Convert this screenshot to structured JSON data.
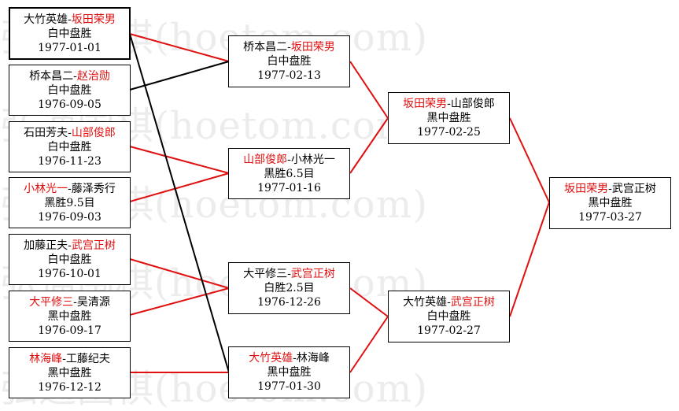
{
  "watermark": "弘通围棋(hoetom.com)",
  "colors": {
    "winner": "#e01010",
    "win_line": "#e01010",
    "other_line": "#000000"
  },
  "matches": {
    "r1m1": {
      "player1": "大竹英雄",
      "player2": "坂田荣男",
      "result": "白中盘胜",
      "date": "1977-01-01"
    },
    "r1m2": {
      "player1": "桥本昌二",
      "player2": "赵治勋",
      "result": "白中盘胜",
      "date": "1976-09-05"
    },
    "r1m3": {
      "player1": "石田芳夫",
      "player2": "山部俊郎",
      "result": "白中盘胜",
      "date": "1976-11-23"
    },
    "r1m4": {
      "player1": "小林光一",
      "player2": "藤泽秀行",
      "result": "黑胜9.5目",
      "date": "1976-09-03"
    },
    "r1m5": {
      "player1": "加藤正夫",
      "player2": "武宫正树",
      "result": "白中盘胜",
      "date": "1976-10-01"
    },
    "r1m6": {
      "player1": "大平修三",
      "player2": "吴清源",
      "result": "黑中盘胜",
      "date": "1976-09-17"
    },
    "r1m7": {
      "player1": "林海峰",
      "player2": "工藤纪夫",
      "result": "黑中盘胜",
      "date": "1976-12-12"
    },
    "r2m1": {
      "player1": "桥本昌二",
      "player2": "坂田荣男",
      "result": "白中盘胜",
      "date": "1977-02-13"
    },
    "r2m2": {
      "player1": "山部俊郎",
      "player2": "小林光一",
      "result": "黑胜6.5目",
      "date": "1977-01-16"
    },
    "r2m3": {
      "player1": "大平修三",
      "player2": "武宫正树",
      "result": "白胜2.5目",
      "date": "1976-12-26"
    },
    "r2m4": {
      "player1": "大竹英雄",
      "player2": "林海峰",
      "result": "黑中盘胜",
      "date": "1977-01-30"
    },
    "r3m1": {
      "player1": "坂田荣男",
      "player2": "山部俊郎",
      "result": "黑中盘胜",
      "date": "1977-02-25"
    },
    "r3m2": {
      "player1": "大竹英雄",
      "player2": "武宫正树",
      "result": "白中盘胜",
      "date": "1977-02-27"
    },
    "final": {
      "player1": "坂田荣男",
      "player2": "武宫正树",
      "result": "黑中盘胜",
      "date": "1977-03-27"
    }
  }
}
